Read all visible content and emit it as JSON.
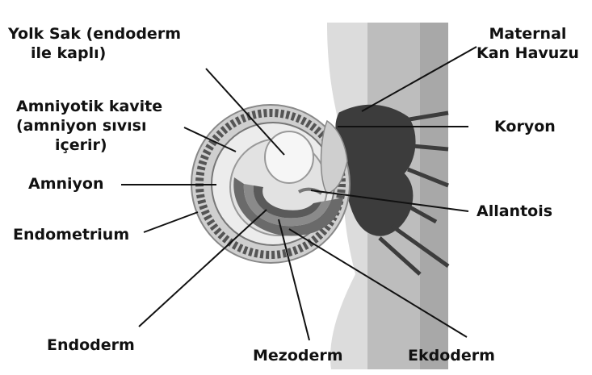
{
  "labels": {
    "yolk_sak": [
      "Yolk Sak (endoderm",
      "ile kaplı)"
    ],
    "amniyotik_kavite": [
      "Amniyotik kavite",
      "(amniyon sıvısı",
      "içerir)"
    ],
    "amniyon": "Amniyon",
    "endometrium": "Endometrium",
    "endoderm": "Endoderm",
    "mezoderm": "Mezoderm",
    "ekdoderm": "Ekdoderm",
    "allantois": "Allantois",
    "koryon": "Koryon",
    "maternal_kan_havuzu": [
      "Maternal",
      "Kan Havuzu"
    ]
  },
  "colors": {
    "uterine_wall": "#b9b9b9",
    "blood_pool": "#3a3a3a",
    "embryo_dark": "#555555",
    "leader_line": "#111111"
  }
}
